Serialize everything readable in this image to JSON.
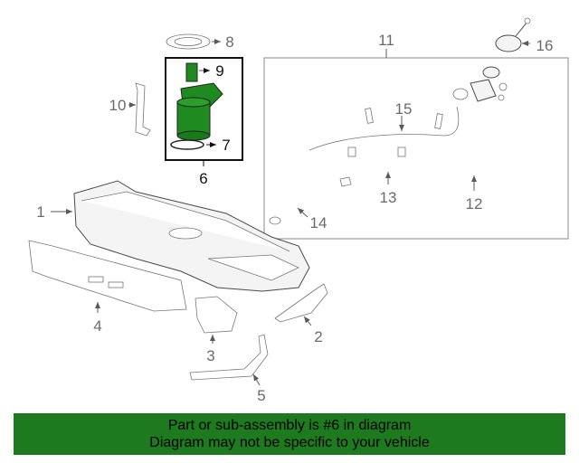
{
  "callouts": {
    "c1": "1",
    "c2": "2",
    "c3": "3",
    "c4": "4",
    "c5": "5",
    "c6": "6",
    "c7": "7",
    "c8": "8",
    "c9": "9",
    "c10": "10",
    "c11": "11",
    "c12": "12",
    "c13": "13",
    "c14": "14",
    "c15": "15",
    "c16": "16"
  },
  "banner": {
    "line1": "Part or sub-assembly is #6 in diagram",
    "line2": "Diagram may not be specific to your vehicle"
  },
  "colors": {
    "banner_bg": "#1e7a1e",
    "highlight_part": "#1f8a1f",
    "line": "#5a5a5a"
  }
}
